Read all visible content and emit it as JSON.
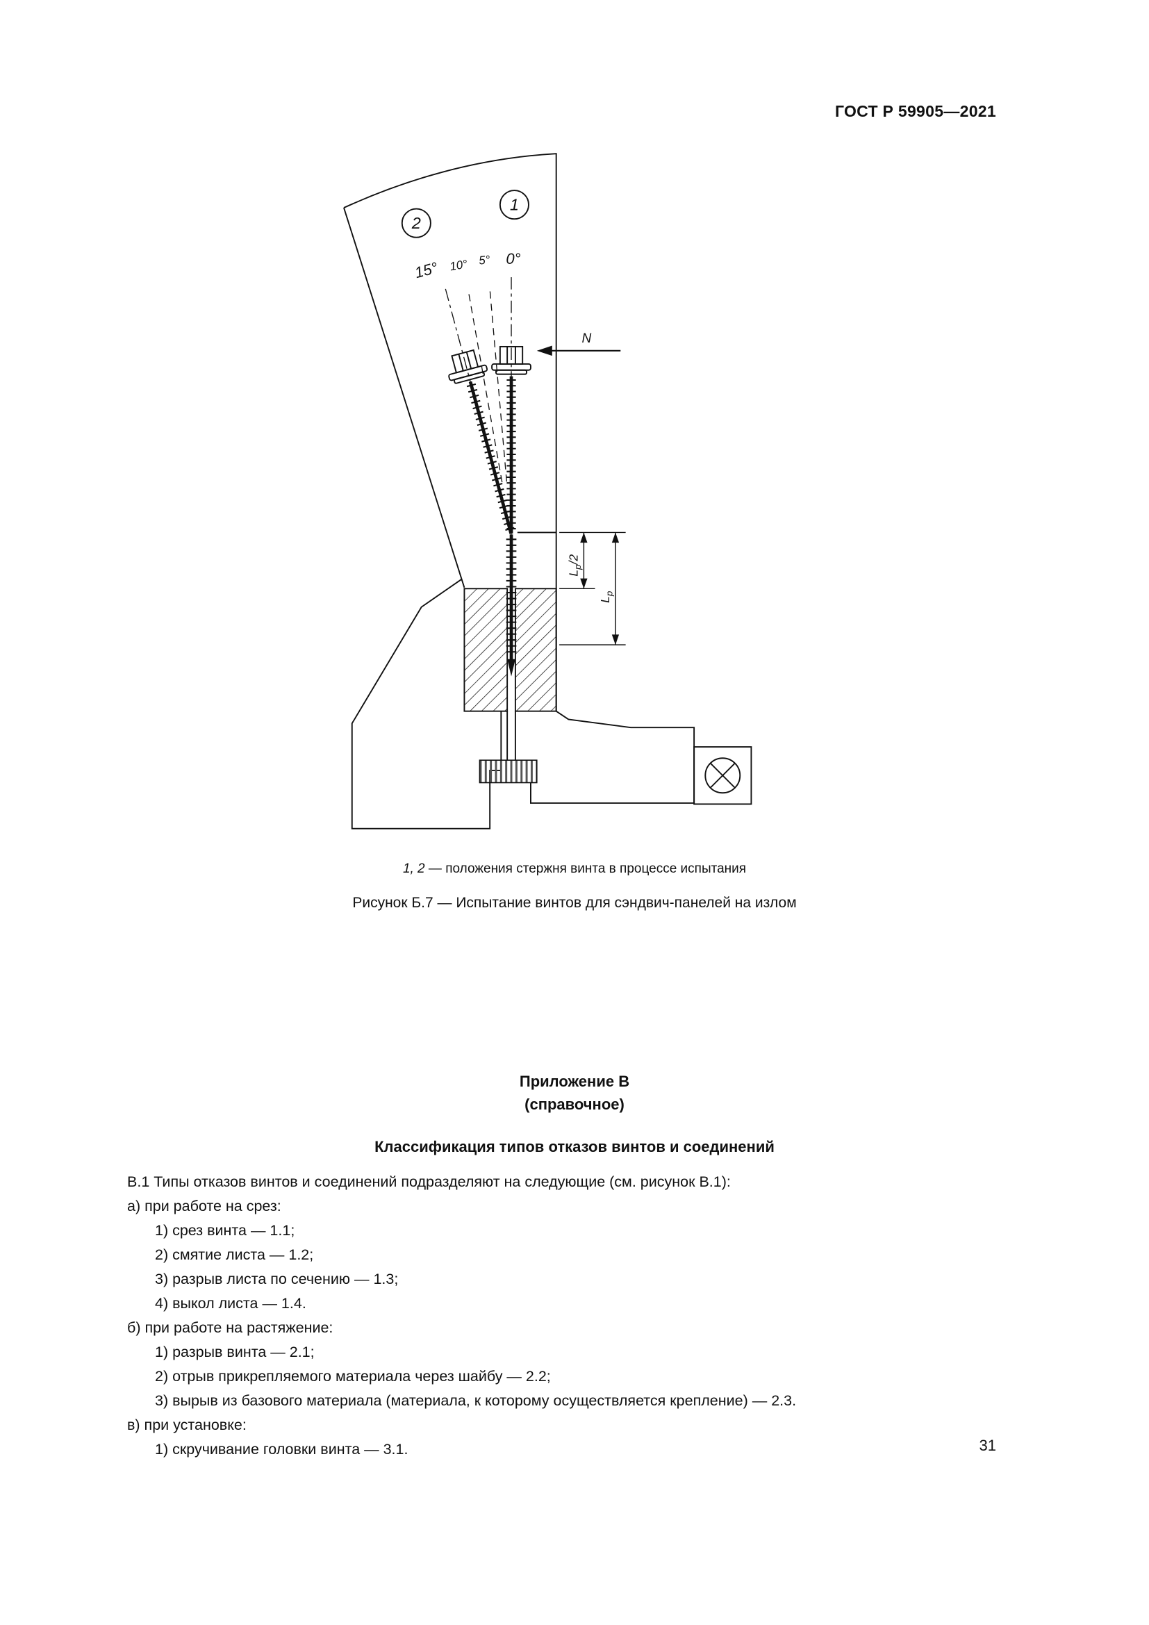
{
  "page": {
    "header": "ГОСТ Р 59905—2021",
    "number": "31"
  },
  "figure": {
    "labels": {
      "pos2": "2",
      "pos1": "1",
      "angle15": "15°",
      "angle10": "10°",
      "angle5": "5°",
      "angle0": "0°",
      "force": "N"
    },
    "dims": {
      "sym": "L",
      "sub": "p",
      "half_suffix": "/2"
    },
    "legend_prefix": "1, 2",
    "legend_text": "— положения стержня винта в процессе испытания",
    "caption": "Рисунок Б.7 — Испытание винтов для сэндвич-панелей на излом"
  },
  "appendix": {
    "title": "Приложение В",
    "subtitle": "(справочное)",
    "heading": "Классификация типов отказов винтов и соединений"
  },
  "body": {
    "intro": "В.1  Типы отказов винтов и соединений подразделяют на следующие (см. рисунок В.1):",
    "sections": [
      {
        "label": "а)  при работе на срез:",
        "items": [
          "1)  срез винта — 1.1;",
          "2)  смятие листа — 1.2;",
          "3)  разрыв листа по сечению — 1.3;",
          "4)  выкол листа — 1.4."
        ]
      },
      {
        "label": "б)  при работе на растяжение:",
        "items": [
          "1)  разрыв винта — 2.1;",
          "2)  отрыв прикрепляемого материала через шайбу — 2.2;",
          "3)  вырыв из базового материала (материала, к которому осуществляется крепление) — 2.3."
        ]
      },
      {
        "label": "в)  при установке:",
        "items": [
          "1)  скручивание головки винта — 3.1."
        ]
      }
    ]
  }
}
